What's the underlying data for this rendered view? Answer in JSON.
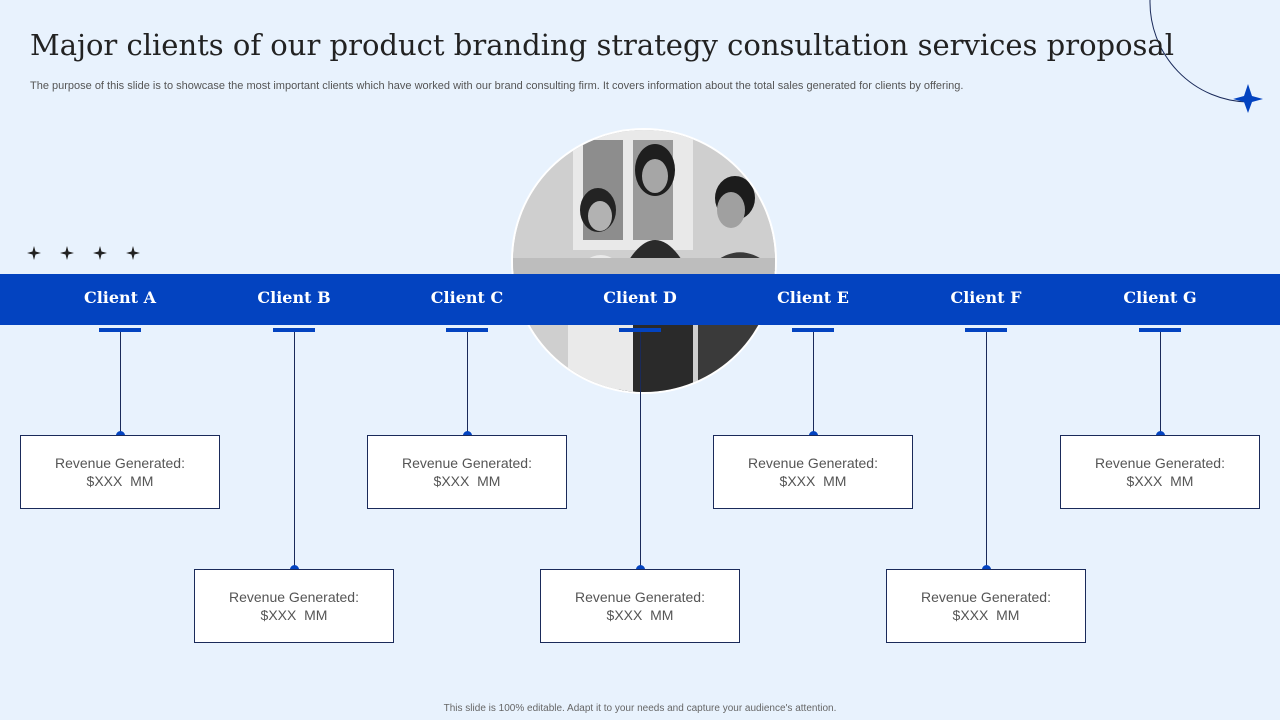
{
  "title": "Major clients of our product branding strategy consultation services proposal",
  "subtitle": "The purpose of this slide is to showcase the most important clients which have worked with our brand consulting firm. It covers information about the total sales generated for clients by offering.",
  "photo": {
    "description_icon": "team-meeting-photo"
  },
  "clients": [
    {
      "label": "Client A",
      "revenue_label": "Revenue Generated:",
      "revenue_value": "$XXX  MM"
    },
    {
      "label": "Client B",
      "revenue_label": "Revenue Generated:",
      "revenue_value": "$XXX  MM"
    },
    {
      "label": "Client C",
      "revenue_label": "Revenue Generated:",
      "revenue_value": "$XXX  MM"
    },
    {
      "label": "Client D",
      "revenue_label": "Revenue Generated:",
      "revenue_value": "$XXX  MM"
    },
    {
      "label": "Client E",
      "revenue_label": "Revenue Generated:",
      "revenue_value": "$XXX  MM"
    },
    {
      "label": "Client F",
      "revenue_label": "Revenue Generated:",
      "revenue_value": "$XXX  MM"
    },
    {
      "label": "Client G",
      "revenue_label": "Revenue Generated:",
      "revenue_value": "$XXX  MM"
    }
  ],
  "footer": "This slide is 100% editable.  Adapt it to your needs and capture your audience's attention.",
  "colors": {
    "accent": "#0343c0",
    "background": "#e8f2fd",
    "line": "#1a2a5a"
  },
  "icons": {
    "sparkle": "four-point-star-icon",
    "arc": "decorative-arc"
  }
}
